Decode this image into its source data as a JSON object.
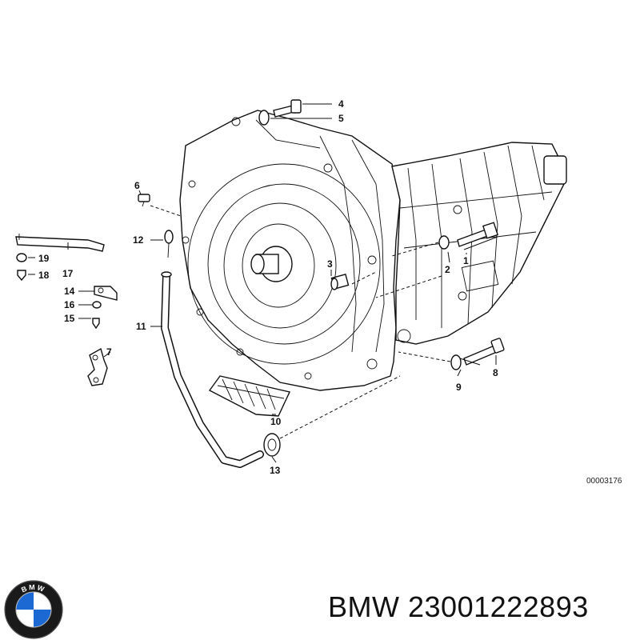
{
  "diagram": {
    "labels": [
      "1",
      "2",
      "3",
      "4",
      "5",
      "6",
      "7",
      "8",
      "9",
      "10",
      "11",
      "12",
      "13",
      "14",
      "15",
      "16",
      "17",
      "18",
      "19"
    ],
    "reference_code": "00003176"
  },
  "footer": {
    "brand": "BMW",
    "part_number": "23001222893",
    "logo_text": "BMW",
    "logo_colors": {
      "blue": "#1c69d4",
      "white": "#ffffff",
      "ring": "#1a1a1a"
    }
  }
}
